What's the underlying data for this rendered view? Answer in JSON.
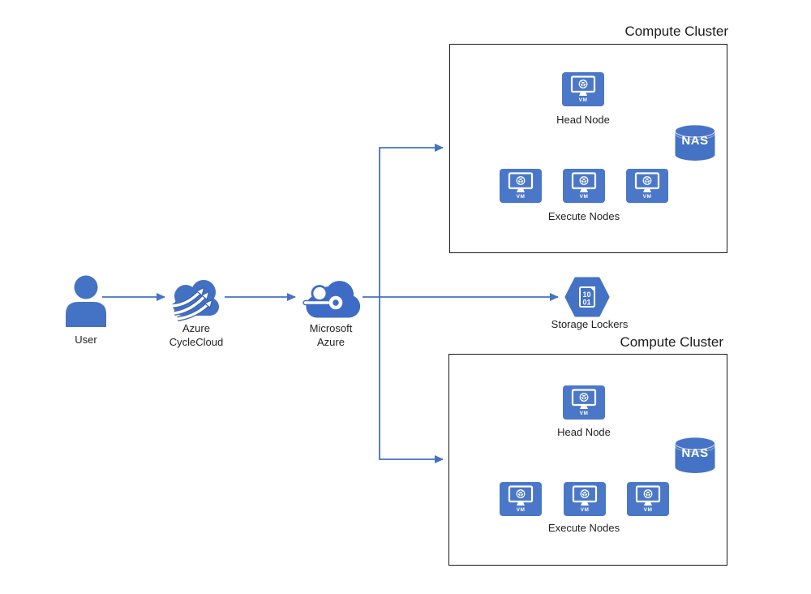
{
  "page": {
    "background": "#ffffff"
  },
  "colors": {
    "primary_blue": "#4472C4",
    "tile_blue": "#4A77C8",
    "arrow_blue": "#4472C4",
    "box_border": "#1A1A1A",
    "label_text": "#1F1F1F"
  },
  "flow": {
    "user": {
      "label": "User"
    },
    "cyclecloud": {
      "label_line1": "Azure",
      "label_line2": "CycleCloud"
    },
    "azure": {
      "label_line1": "Microsoft",
      "label_line2": "Azure"
    },
    "storage": {
      "label": "Storage Lockers",
      "doc_line1": "10",
      "doc_line2": "01"
    }
  },
  "vm_label": "VM",
  "clusters": [
    {
      "title": "Compute Cluster",
      "head_node_label": "Head Node",
      "execute_nodes_label": "Execute Nodes",
      "nas_label": "NAS",
      "execute_vm_count": 3
    },
    {
      "title": "Compute Cluster",
      "head_node_label": "Head Node",
      "execute_nodes_label": "Execute Nodes",
      "nas_label": "NAS",
      "execute_vm_count": 3
    }
  ]
}
